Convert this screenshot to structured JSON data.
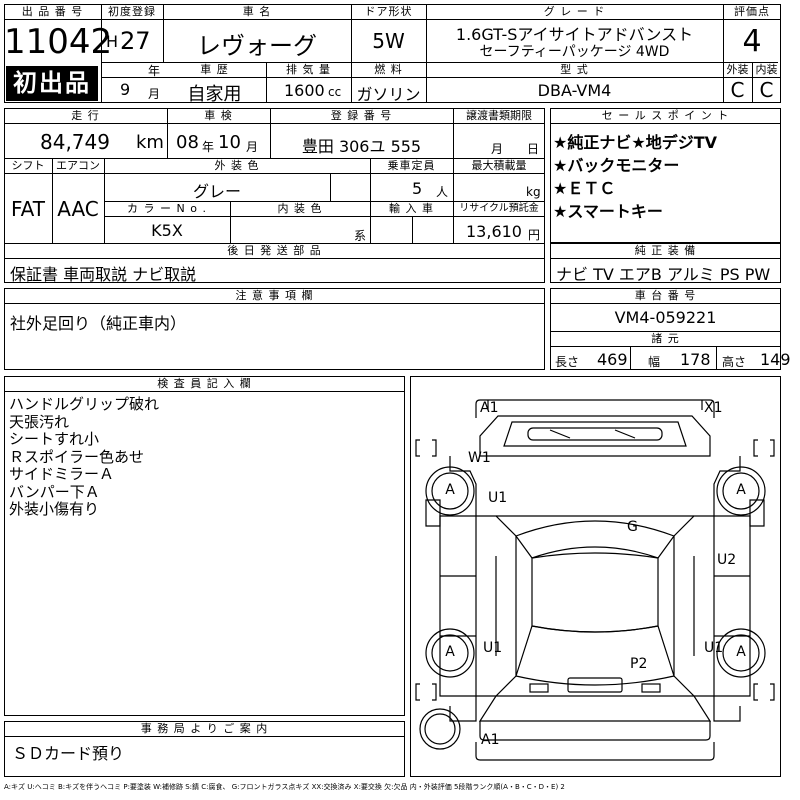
{
  "header": {
    "lot_label": "出 品 番 号",
    "lot_number": "11042",
    "first_listing": "初出品",
    "first_reg_label": "初度登録",
    "era_prefix": "H",
    "year_value": "27",
    "year_unit": "年",
    "month_value": "9",
    "month_unit": "月",
    "car_name_label": "車 名",
    "car_name": "レヴォーグ",
    "door_label": "ドア形状",
    "door_value": "5W",
    "grade_label": "グ レ ー ド",
    "grade_line1": "1.6GT-Sアイサイトアドバンスト",
    "grade_line2": "セーフティーパッケージ 4WD",
    "score_label": "評価点",
    "score_value": "4",
    "history_label": "車 歴",
    "history_value": "自家用",
    "displacement_label": "排 気 量",
    "displacement_value": "1600",
    "displacement_unit": "cc",
    "fuel_label": "燃 料",
    "fuel_value": "ガソリン",
    "model_label": "型 式",
    "model_value": "DBA-VM4",
    "exterior_label": "外装",
    "exterior_grade": "C",
    "interior_label": "内装",
    "interior_grade": "C"
  },
  "mid": {
    "mileage_label": "走 行",
    "mileage_value": "84,749",
    "mileage_unit": "km",
    "inspection_label": "車 検",
    "inspection_year": "08",
    "inspection_year_unit": "年",
    "inspection_month": "10",
    "inspection_month_unit": "月",
    "regno_label": "登 録 番 号",
    "regno_value": "豊田 306ユ 555",
    "transfer_label": "譲渡書類期限",
    "transfer_month_unit": "月",
    "transfer_day_unit": "日",
    "shift_label": "シフト",
    "shift_value": "FAT",
    "aircon_label": "エアコン",
    "aircon_value": "AAC",
    "color_label": "外 装 色",
    "color_value": "グレー",
    "capacity_label": "乗車定員",
    "capacity_value": "5",
    "capacity_unit": "人",
    "load_label": "最大積載量",
    "load_unit": "kg",
    "colorno_label": "カ ラ ー N o .",
    "colorno_value": "K5X",
    "interior_color_label": "内 装 色",
    "interior_color_unit": "系",
    "import_label": "輸 入 車",
    "recycle_label": "リサイクル預託金",
    "recycle_value": "13,610",
    "recycle_unit": "円",
    "later_parts_label": "後 日 発 送 部 品",
    "later_parts_value": "保証書 車両取説 ナビ取説"
  },
  "sales": {
    "label": "セ ー ル ス ポ イ ン ト",
    "points": [
      "★純正ナビ★地デジTV",
      "★バックモニター",
      "★ＥＴＣ",
      "★スマートキー"
    ],
    "equip_label": "純 正 装 備",
    "equip_value": "ナビ TV エアB アルミ PS PW"
  },
  "notes": {
    "label": "注 意 事 項 欄",
    "value": "社外足回り（純正車内）"
  },
  "chassis": {
    "label": "車 台 番 号",
    "value": "VM4-059221",
    "dims_label": "諸 元",
    "length_label": "長さ",
    "length_value": "469",
    "width_label": "幅",
    "width_value": "178",
    "height_label": "高さ",
    "height_value": "149"
  },
  "inspector": {
    "label": "検 査 員 記 入 欄",
    "lines": [
      "ハンドルグリップ破れ",
      "天張汚れ",
      "シートすれ小",
      "Ｒスポイラー色あせ",
      "サイドミラーＡ",
      "バンパー下Ａ",
      "外装小傷有り"
    ]
  },
  "office": {
    "label": "事 務 局 よ り ご 案 内",
    "value": "ＳＤカード預り"
  },
  "diagram": {
    "marks": {
      "a1_top": "A1",
      "x1_top": "X1",
      "w1": "W1",
      "u1_front": "U1",
      "g": "G",
      "u2": "U2",
      "u1_rear_left": "U1",
      "u1_rear_right": "U1",
      "p2": "P2",
      "a1_bottom": "A1",
      "tire_fl": "A",
      "tire_fr": "A",
      "tire_rl": "A",
      "tire_rr": "A"
    }
  },
  "legend": "A:キズ U:ヘコミ B:キズを伴うヘコミ P:要塗装 W:補修跡 S:錆 C:腐食、 G:フロントガラス点キズ XX:交換済み X:要交換 欠:欠品 内・外装評価 5段階ランク順(A・B・C・D・E) 2"
}
